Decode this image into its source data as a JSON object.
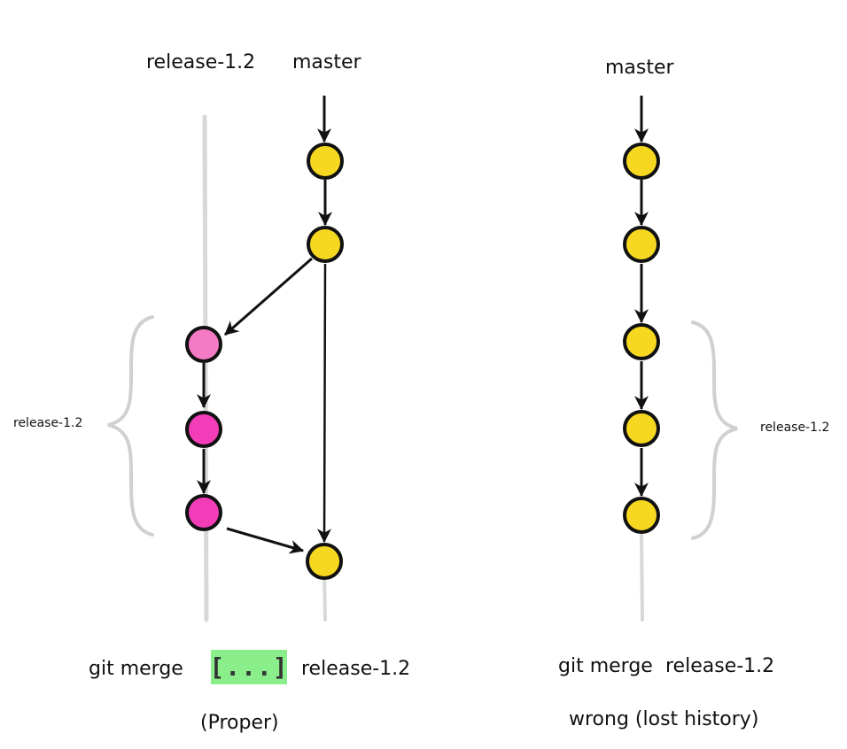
{
  "labels": {
    "left_branch_header": "release-1.2",
    "left_master_header": "master",
    "right_master_header": "master",
    "left_brace_label": "release-1.2",
    "right_brace_label": "release-1.2",
    "left_cmd": "git merge",
    "left_flag": "[...]",
    "left_cmd_target": "release-1.2",
    "left_caption": "(Proper)",
    "right_cmd": "git merge",
    "right_cmd_target": "release-1.2",
    "right_caption": "wrong (lost history)"
  },
  "colors": {
    "master_commit": "#f7d820",
    "release_commit": "#f23cb8",
    "release_first_commit": "#f57ac4",
    "flag_background": "#8aef8a",
    "guide_line": "#d8d8d8"
  }
}
